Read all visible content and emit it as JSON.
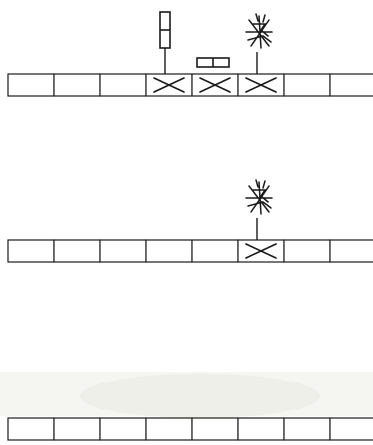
{
  "rows": [
    {
      "cell_count": 8,
      "marked_cells": [
        3,
        4,
        5
      ],
      "symbols": [
        {
          "cell": 3,
          "type": "vertical-rectangle-icon"
        },
        {
          "cell": 4,
          "type": "horizontal-rectangle-icon"
        },
        {
          "cell": 5,
          "type": "starburst-icon"
        }
      ]
    },
    {
      "cell_count": 8,
      "marked_cells": [
        5
      ],
      "symbols": [
        {
          "cell": 5,
          "type": "starburst-icon"
        }
      ]
    },
    {
      "cell_count": 8,
      "marked_cells": [],
      "symbols": []
    }
  ],
  "colors": {
    "ink": "#1a1a1a",
    "background": "#ffffff",
    "haze": "#ecece6"
  }
}
